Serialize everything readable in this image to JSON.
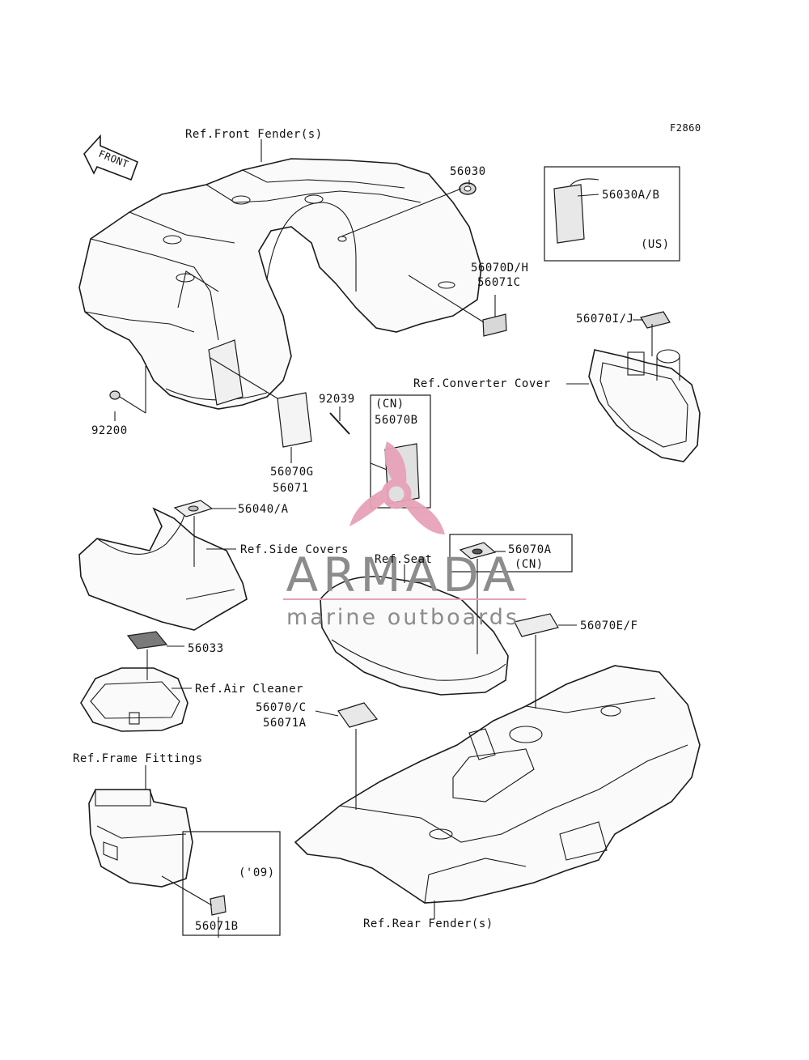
{
  "diagram": {
    "code": "F2860",
    "front_arrow": "FRONT"
  },
  "labels": {
    "front_fender": "Ref.Front Fender(s)",
    "p56030": "56030",
    "p56030ab": "56030A/B",
    "us": "(US)",
    "p56070dh": "56070D/H",
    "p56071c": "56071C",
    "p56070ij": "56070I/J",
    "converter_cover": "Ref.Converter Cover",
    "p92039": "92039",
    "cn1": "(CN)",
    "p56070b": "56070B",
    "p92200": "92200",
    "p56070g": "56070G",
    "p56071": "56071",
    "p56040a": "56040/A",
    "side_covers": "Ref.Side Covers",
    "seat": "Ref.Seat",
    "p56070a": "56070A",
    "cn2": "(CN)",
    "p56070ef": "56070E/F",
    "p56033": "56033",
    "air_cleaner": "Ref.Air Cleaner",
    "p56070c": "56070/C",
    "p56071a": "56071A",
    "frame_fittings": "Ref.Frame Fittings",
    "y09": "('09)",
    "p56071b": "56071B",
    "rear_fender": "Ref.Rear Fender(s)"
  },
  "watermark": {
    "brand": "ARMADA",
    "tagline": "marine outboards",
    "brand_color": "#8c8c8c",
    "logo_color": "#e7a2b8"
  }
}
